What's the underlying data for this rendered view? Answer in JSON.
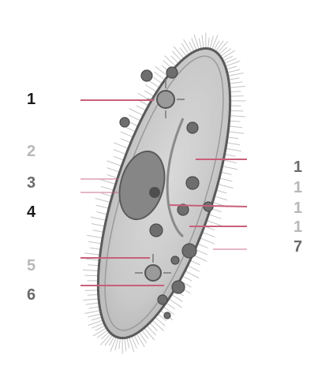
{
  "figure": {
    "subject_icon": "paramecium-cell-illustration",
    "colors": {
      "leader_line": "#c8607a",
      "cell_outline": "#5a5a5a",
      "cytoplasm": "#cfcfcf",
      "organelle": "#6b6b6b",
      "cilia": "#bdbdbd",
      "label_text": "#1a1a1a"
    },
    "left_labels": [
      "1",
      "2",
      "3",
      "4",
      "5",
      "6"
    ],
    "right_labels": [
      "1",
      "1",
      "1",
      "1",
      "7"
    ]
  }
}
